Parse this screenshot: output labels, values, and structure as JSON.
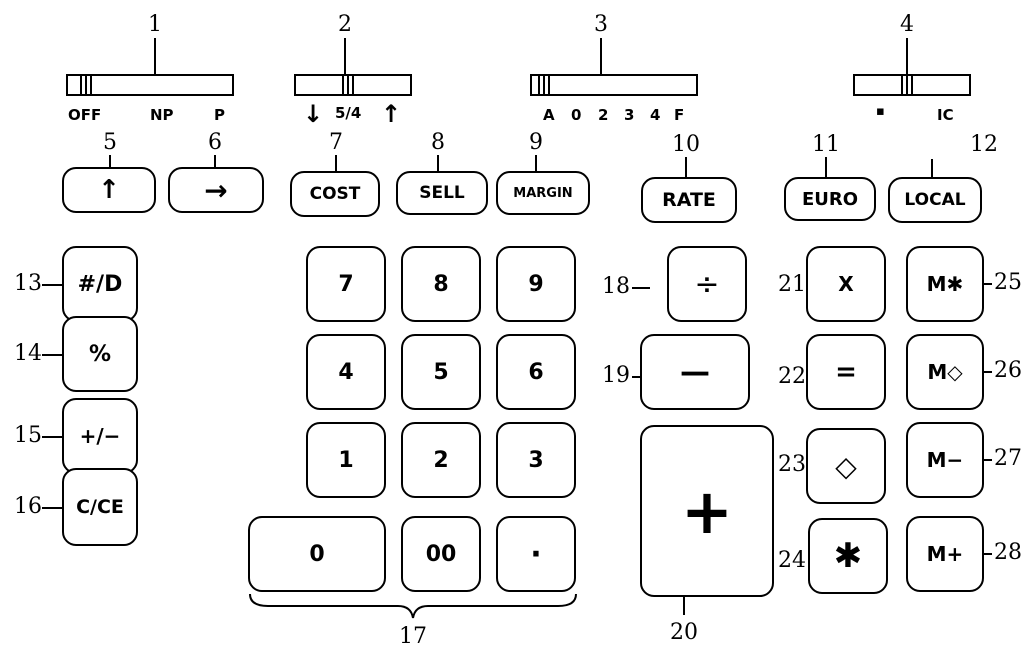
{
  "switches": [
    {
      "id": "1",
      "labels": [
        "OFF",
        "NP",
        "P"
      ]
    },
    {
      "id": "2",
      "labels": [
        "↓",
        "5/4",
        "↑"
      ]
    },
    {
      "id": "3",
      "labels": [
        "A",
        "0",
        "2",
        "3",
        "4",
        "F"
      ]
    },
    {
      "id": "4",
      "labels": [
        "▪",
        "IC"
      ]
    }
  ],
  "top_keys": [
    {
      "id": "5",
      "label": "↑"
    },
    {
      "id": "6",
      "label": "→"
    },
    {
      "id": "7",
      "label": "COST"
    },
    {
      "id": "8",
      "label": "SELL"
    },
    {
      "id": "9",
      "label": "MARGIN"
    },
    {
      "id": "10",
      "label": "RATE"
    },
    {
      "id": "11",
      "label": "EURO"
    },
    {
      "id": "12",
      "label": "LOCAL"
    }
  ],
  "left_keys": [
    {
      "id": "13",
      "label": "#/D"
    },
    {
      "id": "14",
      "label": "%"
    },
    {
      "id": "15",
      "label": "+/−"
    },
    {
      "id": "16",
      "label": "C/CE"
    }
  ],
  "digit_keys": [
    "7",
    "8",
    "9",
    "4",
    "5",
    "6",
    "1",
    "2",
    "3",
    "0",
    "00",
    "·"
  ],
  "digit_group_label": "17",
  "op_keys": [
    {
      "id": "18",
      "label": "÷"
    },
    {
      "id": "19",
      "label": "—"
    },
    {
      "id": "20",
      "label": "+"
    },
    {
      "id": "21",
      "label": "X"
    },
    {
      "id": "22",
      "label": "="
    },
    {
      "id": "23",
      "label": "◇"
    },
    {
      "id": "24",
      "label": "✱"
    }
  ],
  "mem_keys": [
    {
      "id": "25",
      "label": "M✱"
    },
    {
      "id": "26",
      "label": "M◇"
    },
    {
      "id": "27",
      "label": "M−"
    },
    {
      "id": "28",
      "label": "M+"
    }
  ]
}
